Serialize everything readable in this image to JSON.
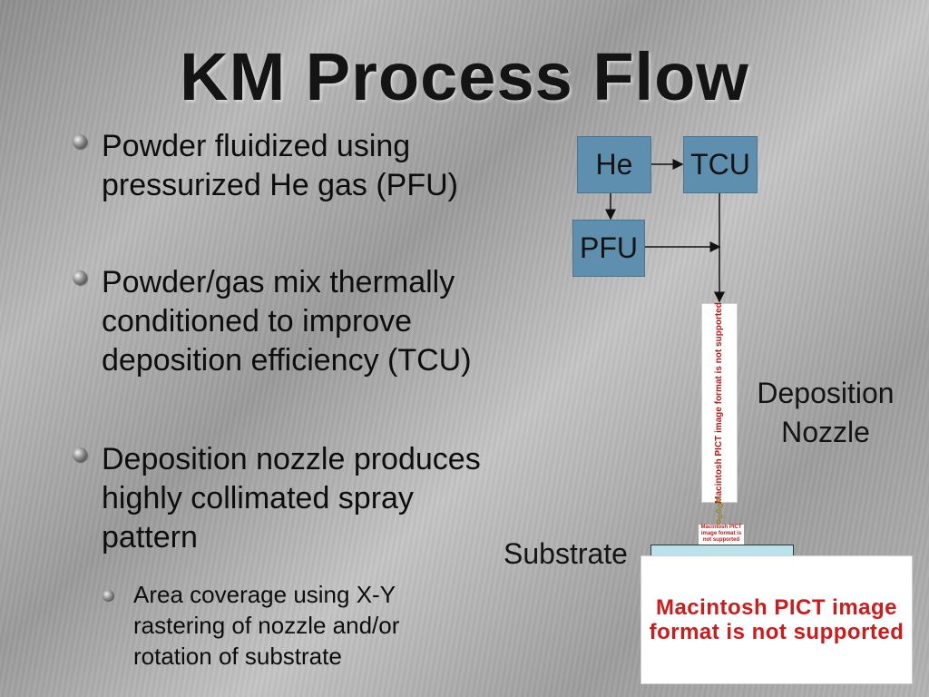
{
  "title": "KM Process Flow",
  "bullets": [
    "Powder fluidized using pressurized He gas (PFU)",
    "Powder/gas mix thermally conditioned to improve deposition efficiency (TCU)",
    "Deposition nozzle produces highly collimated spray pattern"
  ],
  "sub_bullets": [
    "Area coverage using X-Y rastering of nozzle and/or rotation of substrate"
  ],
  "diagram": {
    "he": "He",
    "tcu": "TCU",
    "pfu": "PFU",
    "deposition_nozzle": "Deposition Nozzle",
    "substrate": "Substrate",
    "pict_placeholder": "Macintosh PICT image format is not supported",
    "box_color": "#5f8fae",
    "substrate_color": "#b9e2ea",
    "pict_text_color": "#d11a1a"
  }
}
